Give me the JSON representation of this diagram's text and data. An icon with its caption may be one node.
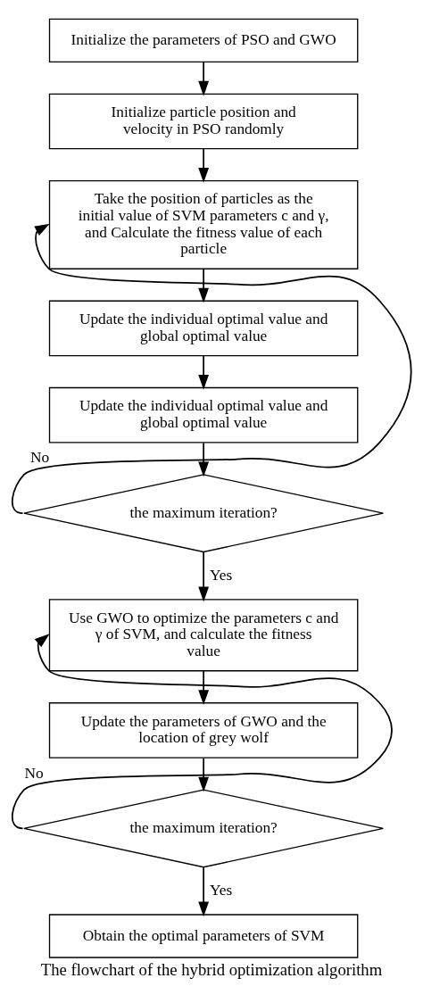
{
  "diagram": {
    "caption": "The flowchart of the hybrid optimization algorithm",
    "nodes": [
      {
        "text": [
          "Initialize the parameters of PSO and GWO"
        ]
      },
      {
        "text": [
          "Initialize particle position and velocity in PSO randomly"
        ]
      },
      {
        "text": [
          "Take the position of particles as the initial value of SVM parameters c and γ, and Calculate the fitness value of each particle"
        ]
      },
      {
        "text": [
          "Update the individual optimal value and global optimal value"
        ]
      },
      {
        "text": [
          "Update the individual optimal value and global optimal value"
        ]
      },
      {
        "text": [
          "the maximum iteration?"
        ]
      },
      {
        "text": [
          "Use GWO to optimize the parameters c and γ of SVM, and calculate the fitness value"
        ]
      },
      {
        "text": [
          "Update the parameters of GWO and the location of grey wolf"
        ]
      },
      {
        "text": [
          "the maximum iteration?"
        ]
      },
      {
        "text": [
          "Obtain the optimal parameters of SVM"
        ]
      }
    ],
    "edges": [
      {
        "from": 0,
        "to": 1,
        "arrow": "to"
      },
      {
        "from": 1,
        "to": 2,
        "arrow": "to"
      },
      {
        "from": 2,
        "to": 3,
        "arrow": "to"
      },
      {
        "from": 3,
        "to": 4,
        "arrow": "to"
      },
      {
        "from": 4,
        "to": 5,
        "arrow": "to"
      },
      {
        "from": 5,
        "to": 2,
        "arrow": "to",
        "label": "No"
      },
      {
        "from": 5,
        "to": 6,
        "arrow": "to",
        "label": "Yes"
      },
      {
        "from": 6,
        "to": 7,
        "arrow": "to"
      },
      {
        "from": 7,
        "to": 8,
        "arrow": "to"
      },
      {
        "from": 8,
        "to": 6,
        "arrow": "to",
        "label": "No"
      },
      {
        "from": 8,
        "to": 9,
        "arrow": "to",
        "label": "Yes"
      }
    ]
  }
}
